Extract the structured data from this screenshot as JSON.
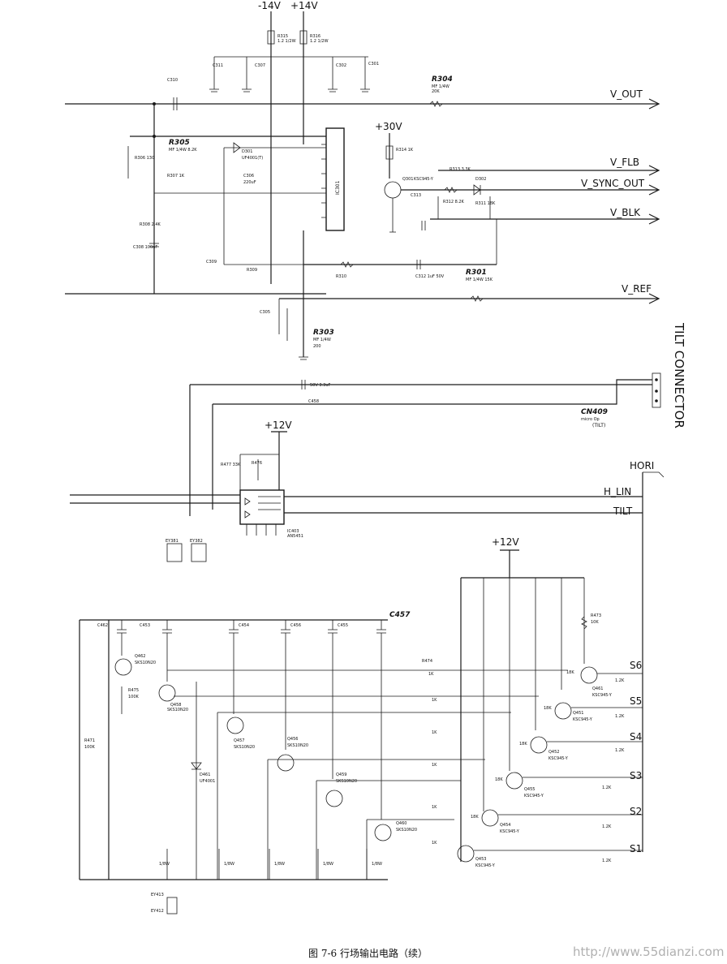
{
  "rails": {
    "neg14": "-14V",
    "pos14": "+14V",
    "pos30": "+30V",
    "pos12_a": "+12V",
    "pos12_b": "+12V"
  },
  "signals": {
    "v_out": "V_OUT",
    "v_flb": "V_FLB",
    "v_sync_out": "V_SYNC_OUT",
    "v_blk": "V_BLK",
    "v_ref": "V_REF",
    "hori": "HORI",
    "h_lin": "H_LIN",
    "tilt": "TILT",
    "s6": "S6",
    "s5": "S5",
    "s4": "S4",
    "s3": "S3",
    "s2": "S2",
    "s1": "S1"
  },
  "labels": {
    "r304": "R304",
    "r305": "R305",
    "r303": "R303",
    "r301": "R301",
    "c457": "C457",
    "cn409": "CN409",
    "cn409_note": "(TILT)",
    "tilt_connector": "TILT CONNECTOR",
    "q301": "Q301",
    "q301_part": "KSC945-Y",
    "ic301": "IC301",
    "ic403": "IC403",
    "ic403_part": "AN5451",
    "q462": "Q462",
    "q462_part": "SKS10N20",
    "q458": "Q458",
    "q458_part": "SKS10N20",
    "q457": "Q457",
    "q457_part": "SKS10N20",
    "q456": "Q456",
    "q456_part": "SKS10N20",
    "q459": "Q459",
    "q459_part": "SKS10N20",
    "q460": "Q460",
    "q460_part": "SKS10N20",
    "q461": "Q461",
    "q461_part": "KSC945-Y",
    "q451": "Q451",
    "q451_part": "KSC945-Y",
    "q452": "Q452",
    "q452_part": "KSC945-Y",
    "q455": "Q455",
    "q455_part": "KSC945-Y",
    "q454": "Q454",
    "q454_part": "KSC945-Y",
    "q453": "Q453",
    "q453_part": "KSC945-Y",
    "d461": "D461",
    "d461_part": "UF4001",
    "r473": "R473",
    "r473_val": "10K",
    "r474": "R474",
    "r475": "R475",
    "r475_val": "100K",
    "r471": "R471",
    "r471_val": "100K",
    "c462": "C462",
    "c453": "C453",
    "c454": "C454",
    "c456": "C456",
    "c455": "C455",
    "r_1k": "1K",
    "r_12k": "1.2K",
    "r_18k": "18K",
    "r_1_8w": "1/8W"
  },
  "caption": {
    "text": "图 7-6   行场输出电路（续）",
    "url": "http://www.55dianzi.com"
  }
}
